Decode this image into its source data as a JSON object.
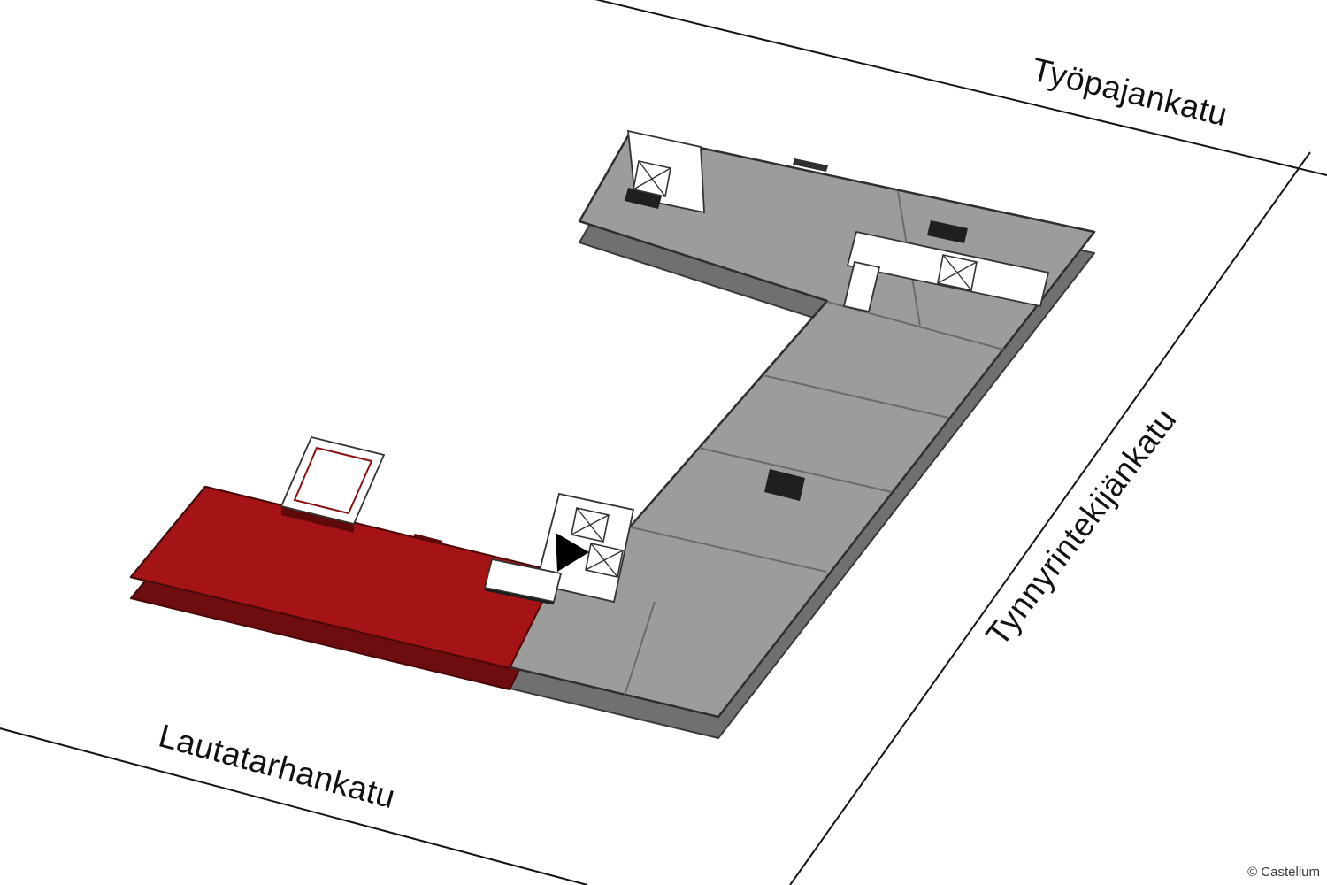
{
  "page": {
    "background": "#ffffff",
    "description_labels": {
      "top_street": "Työpajankatu",
      "right_street": "Tynnyrintekijänkatu",
      "bottom_street": "Lautatarhankatu"
    }
  },
  "streets": {
    "top": "Työpajankatu",
    "right": "Tynnyrintekijänkatu",
    "bottom_left": "Lautatarhankatu"
  },
  "colors": {
    "highlight": "#A41316",
    "highlight_side": "#6E0D10",
    "highlight_outline": "#4A0808",
    "floor": "#9C9C9C",
    "floor_side": "#707070",
    "outline": "#2F2F2F",
    "street_line": "#141414",
    "label_text": "#111111",
    "marker": "#000000"
  },
  "marker": {
    "icon": "entrance-arrow-icon",
    "shape": "triangle"
  },
  "attribution": "© Castellum"
}
